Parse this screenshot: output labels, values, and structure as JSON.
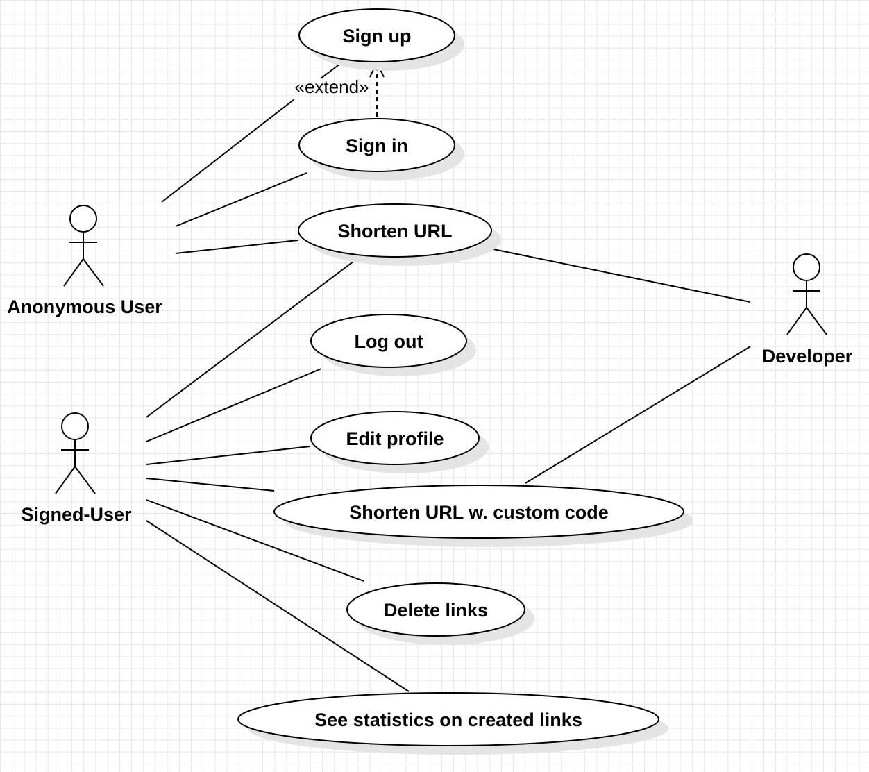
{
  "diagram": {
    "actors": {
      "anonymous": "Anonymous User",
      "signed": "Signed-User",
      "developer": "Developer"
    },
    "use_cases": {
      "sign_up": "Sign up",
      "sign_in": "Sign in",
      "shorten_url": "Shorten URL",
      "log_out": "Log out",
      "edit_profile": "Edit profile",
      "shorten_custom": "Shorten URL w. custom code",
      "delete_links": "Delete links",
      "see_stats": "See statistics on created links"
    },
    "relationships": {
      "extend_label": "«extend»"
    }
  }
}
